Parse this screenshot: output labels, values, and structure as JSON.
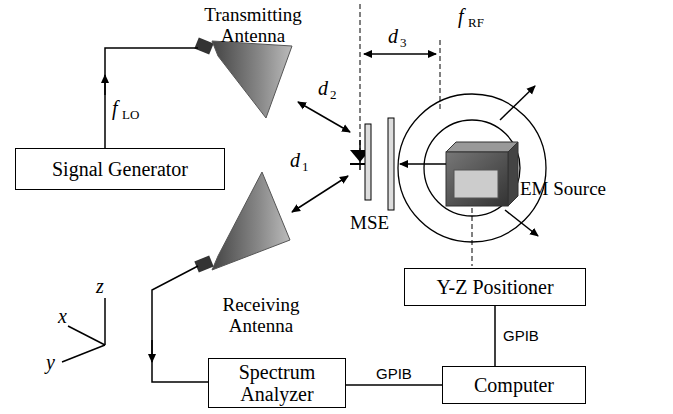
{
  "diagram": {
    "nodes": [
      {
        "text": [
          "Signal Generator"
        ]
      },
      {
        "text": [
          "Y-Z Positioner"
        ]
      },
      {
        "text": [
          "Spectrum Analyzer"
        ]
      },
      {
        "text": [
          "Computer"
        ]
      }
    ],
    "edges": [
      {
        "from": 2,
        "to": 3,
        "arrow": "none",
        "label": "GPIB"
      },
      {
        "from": 3,
        "to": 1,
        "arrow": "none",
        "label": "GPIB"
      }
    ],
    "labels": [
      "Transmitting Antenna",
      "f",
      "LO",
      "d",
      "2",
      "d",
      "1",
      "d",
      "3",
      "f",
      "RF",
      "MSE",
      "EM Source",
      "Receiving Antenna",
      "x",
      "z",
      "y"
    ]
  }
}
